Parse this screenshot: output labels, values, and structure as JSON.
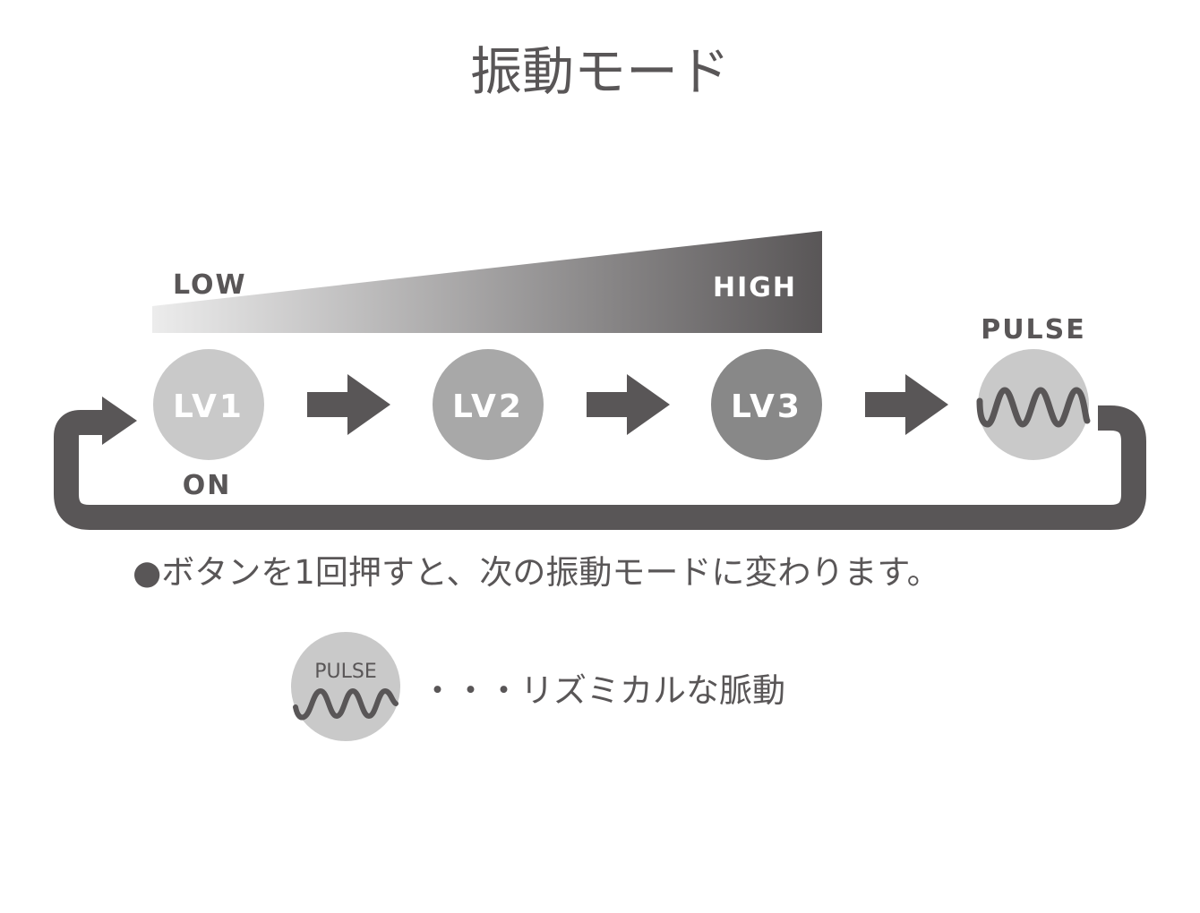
{
  "title": "振動モード",
  "intensity": {
    "low_label": "LOW",
    "high_label": "HIGH"
  },
  "levels": [
    {
      "label": "LV1",
      "color": "#c9c9c9"
    },
    {
      "label": "LV2",
      "color": "#a8a8a8"
    },
    {
      "label": "LV3",
      "color": "#888888"
    }
  ],
  "pulse": {
    "label": "PULSE",
    "color": "#c9c9c9"
  },
  "on_label": "ON",
  "instruction": "●ボタンを1回押すと、次の振動モードに変わります。",
  "legend": {
    "icon_label": "PULSE",
    "description": "・・・リズミカルな脈動"
  },
  "colors": {
    "dark": "#595657",
    "light": "#c9c9c9"
  }
}
